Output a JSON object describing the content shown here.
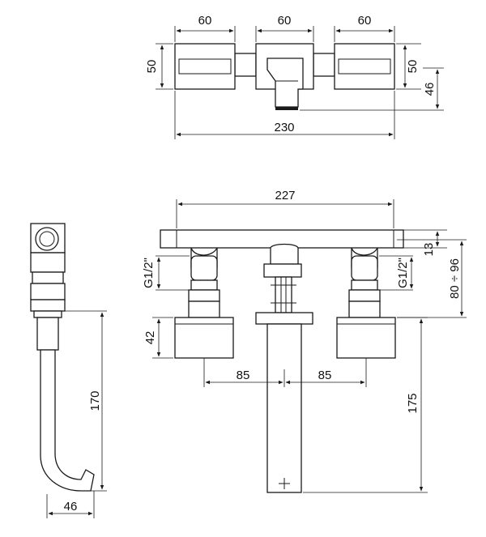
{
  "top_view": {
    "width_left": "60",
    "width_center": "60",
    "width_right": "60",
    "height_left": "50",
    "height_right": "50",
    "depth_right": "46",
    "total_width": "230"
  },
  "front_view": {
    "body_length": "227",
    "thread_left": "G1/2\"",
    "thread_right": "G1/2\"",
    "offset_top": "13",
    "range": "80 ÷ 96",
    "base_height": "42",
    "spacing_left": "85",
    "spacing_right": "85",
    "spout_length": "175"
  },
  "side_view": {
    "height": "170",
    "depth": "46"
  }
}
